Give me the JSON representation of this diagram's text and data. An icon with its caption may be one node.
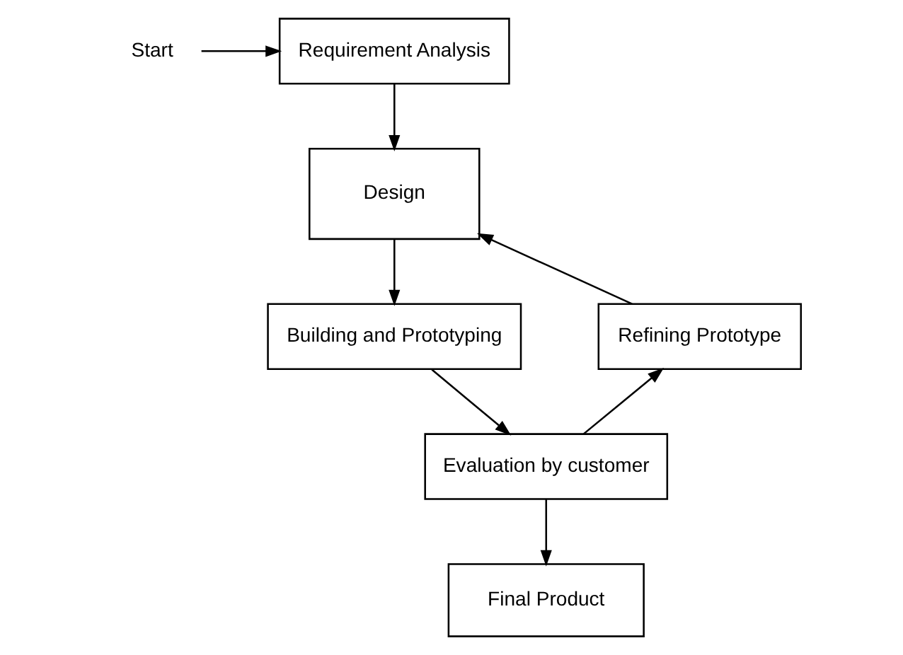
{
  "diagram": {
    "nodes": [
      {
        "text": [
          "Start"
        ]
      },
      {
        "text": [
          "Requirement Analysis"
        ]
      },
      {
        "text": [
          "Design"
        ]
      },
      {
        "text": [
          "Building and Prototyping"
        ]
      },
      {
        "text": [
          "Evaluation by customer"
        ]
      },
      {
        "text": [
          "Final Product"
        ]
      },
      {
        "text": [
          "Refining Prototype"
        ]
      }
    ],
    "edges": [
      {
        "from": 0,
        "to": 1,
        "arrow": "to"
      },
      {
        "from": 1,
        "to": 2,
        "arrow": "to"
      },
      {
        "from": 2,
        "to": 3,
        "arrow": "to"
      },
      {
        "from": 3,
        "to": 4,
        "arrow": "to"
      },
      {
        "from": 4,
        "to": 6,
        "arrow": "to"
      },
      {
        "from": 6,
        "to": 2,
        "arrow": "to"
      },
      {
        "from": 4,
        "to": 5,
        "arrow": "to"
      }
    ]
  }
}
